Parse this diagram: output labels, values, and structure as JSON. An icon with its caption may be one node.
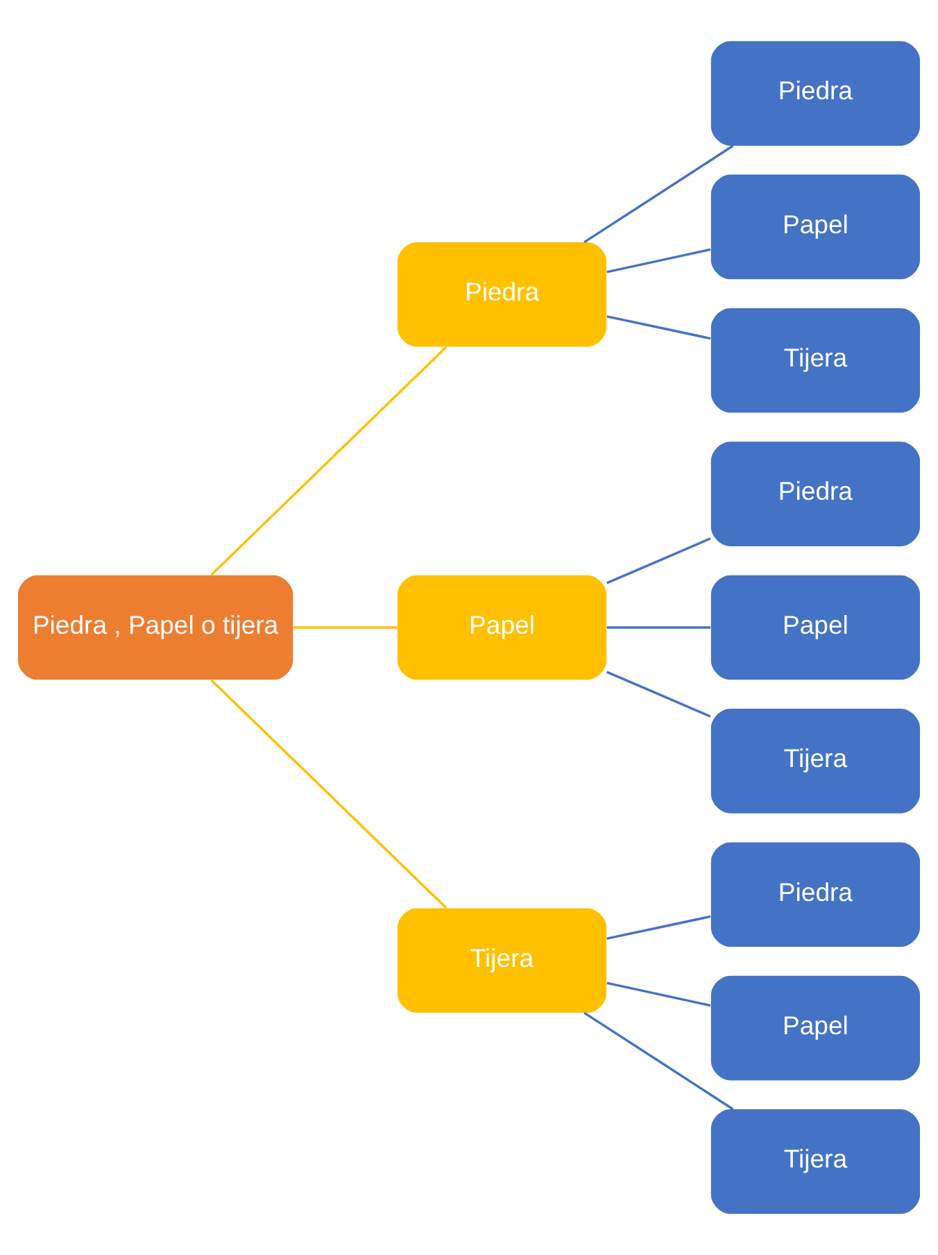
{
  "diagram": {
    "nodes": [
      {
        "text": [
          "Piedra , Papel o tijera"
        ]
      },
      {
        "text": [
          "Piedra"
        ]
      },
      {
        "text": [
          "Piedra"
        ]
      },
      {
        "text": [
          "Papel"
        ]
      },
      {
        "text": [
          "Tijera"
        ]
      },
      {
        "text": [
          "Papel"
        ]
      },
      {
        "text": [
          "Piedra"
        ]
      },
      {
        "text": [
          "Papel"
        ]
      },
      {
        "text": [
          "Tijera"
        ]
      },
      {
        "text": [
          "Tijera"
        ]
      },
      {
        "text": [
          "Piedra"
        ]
      },
      {
        "text": [
          "Papel"
        ]
      },
      {
        "text": [
          "Tijera"
        ]
      }
    ],
    "edges": [
      {
        "from": 0,
        "to": 1,
        "arrow": "none",
        "color": "#ffc000"
      },
      {
        "from": 0,
        "to": 5,
        "arrow": "none",
        "color": "#ffc000"
      },
      {
        "from": 0,
        "to": 9,
        "arrow": "none",
        "color": "#ffc000"
      },
      {
        "from": 1,
        "to": 2,
        "arrow": "none"
      },
      {
        "from": 1,
        "to": 3,
        "arrow": "none"
      },
      {
        "from": 1,
        "to": 4,
        "arrow": "none"
      },
      {
        "from": 5,
        "to": 6,
        "arrow": "none"
      },
      {
        "from": 5,
        "to": 7,
        "arrow": "none"
      },
      {
        "from": 5,
        "to": 8,
        "arrow": "none"
      },
      {
        "from": 9,
        "to": 10,
        "arrow": "none"
      },
      {
        "from": 9,
        "to": 11,
        "arrow": "none"
      },
      {
        "from": 9,
        "to": 12,
        "arrow": "none"
      }
    ]
  }
}
